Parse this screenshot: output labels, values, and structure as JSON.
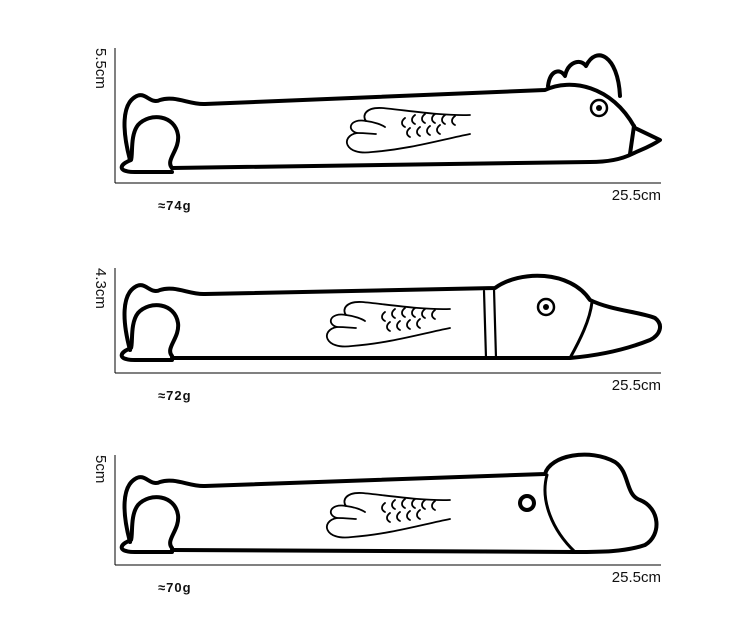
{
  "products": [
    {
      "animal": "chicken",
      "height": "5.5cm",
      "length": "25.5cm",
      "weight": "≈74g"
    },
    {
      "animal": "duck",
      "height": "4.3cm",
      "length": "25.5cm",
      "weight": "≈72g"
    },
    {
      "animal": "dog",
      "height": "5cm",
      "length": "25.5cm",
      "weight": "≈70g"
    }
  ],
  "colors": {
    "stroke": "#000000",
    "background": "#ffffff"
  }
}
